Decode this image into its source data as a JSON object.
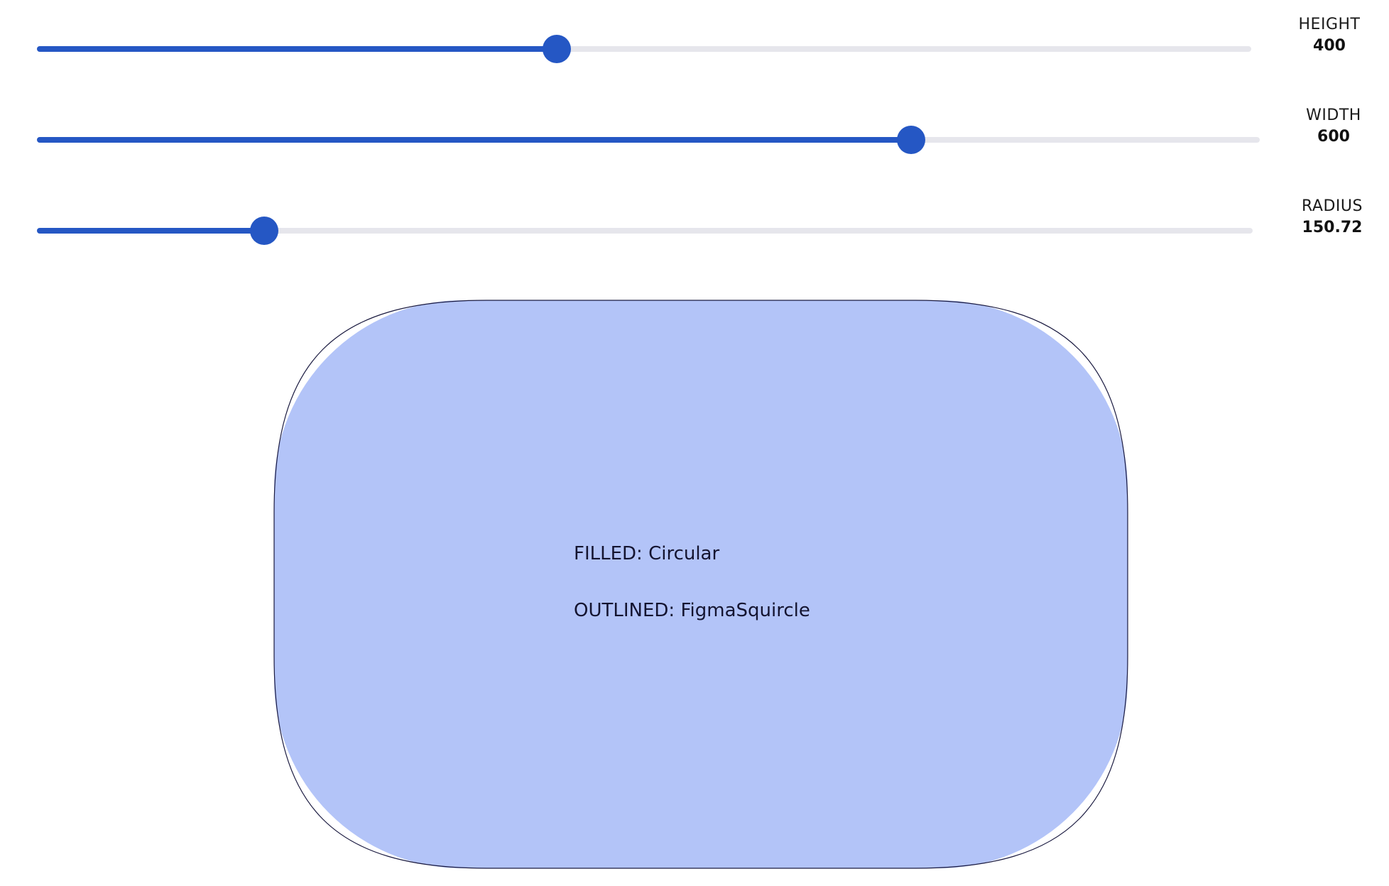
{
  "sliders": [
    {
      "id": "height",
      "label": "HEIGHT",
      "value": "400",
      "fraction": 0.428
    },
    {
      "id": "width",
      "label": "WIDTH",
      "value": "600",
      "fraction": 0.715
    },
    {
      "id": "radius",
      "label": "RADIUS",
      "value": "150.72",
      "fraction": 0.187
    }
  ],
  "shape": {
    "filled_text": "FILLED: Circular",
    "outlined_text": "OUTLINED: FigmaSquircle",
    "fill_color": "#b3c4f8",
    "outline_color": "#1a1a40"
  },
  "colors": {
    "accent": "#2557c4",
    "track": "#e6e6ec"
  }
}
